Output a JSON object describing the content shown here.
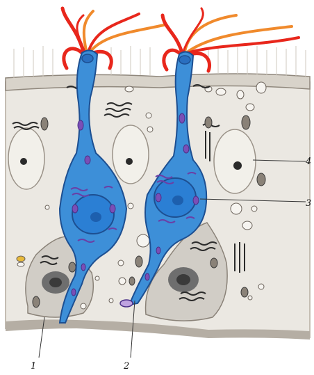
{
  "figure": {
    "labels": {
      "l1": "1",
      "l2": "2",
      "l3": "3",
      "l4": "4"
    },
    "colors": {
      "background": "#ffffff",
      "tissue": "#e9e6e0",
      "tissue_edge": "#b9b3aa",
      "receptor_fill": "#3d8fd8",
      "receptor_dark": "#2a6fbf",
      "receptor_nucleus": "#2b7fd4",
      "cilia_red": "#e8271c",
      "cilia_orange": "#f08a2c",
      "organelle_purple": "#6a3fa6",
      "support_nucleus": "#8a8a8a",
      "leader_line": "#333333"
    }
  }
}
